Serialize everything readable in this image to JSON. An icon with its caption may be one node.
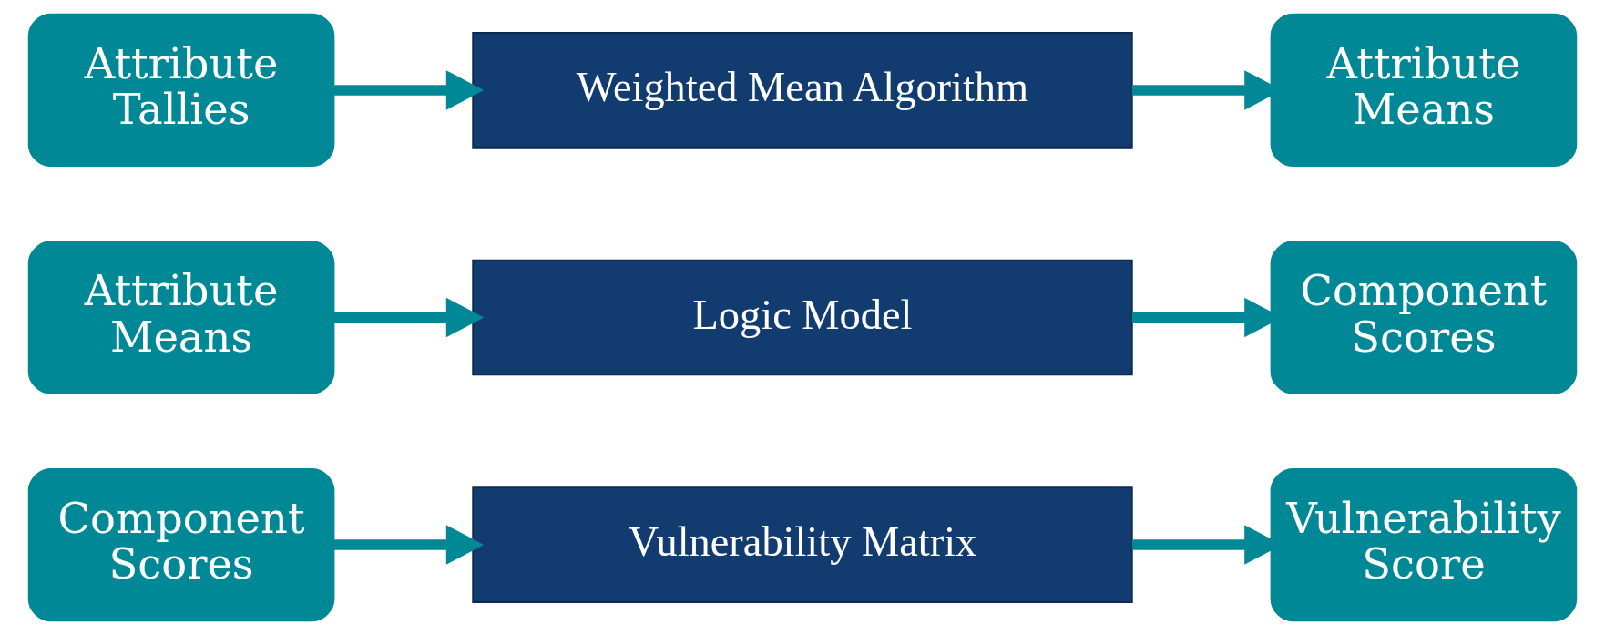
{
  "diagram": {
    "nodes": [
      {
        "text": [
          "Attribute Tallies"
        ]
      },
      {
        "text": [
          "Weighted Mean Algorithm"
        ]
      },
      {
        "text": [
          "Attribute Means"
        ]
      },
      {
        "text": [
          "Attribute Means"
        ]
      },
      {
        "text": [
          "Logic Model"
        ]
      },
      {
        "text": [
          "Component Scores"
        ]
      },
      {
        "text": [
          "Component Scores"
        ]
      },
      {
        "text": [
          "Vulnerability Matrix"
        ]
      },
      {
        "text": [
          "Vulnerability Score"
        ]
      }
    ],
    "edges": [
      {
        "from": 0,
        "to": 1,
        "arrow": "to"
      },
      {
        "from": 1,
        "to": 2,
        "arrow": "to"
      },
      {
        "from": 3,
        "to": 4,
        "arrow": "to"
      },
      {
        "from": 4,
        "to": 5,
        "arrow": "to"
      },
      {
        "from": 6,
        "to": 7,
        "arrow": "to"
      },
      {
        "from": 7,
        "to": 8,
        "arrow": "to"
      }
    ]
  }
}
